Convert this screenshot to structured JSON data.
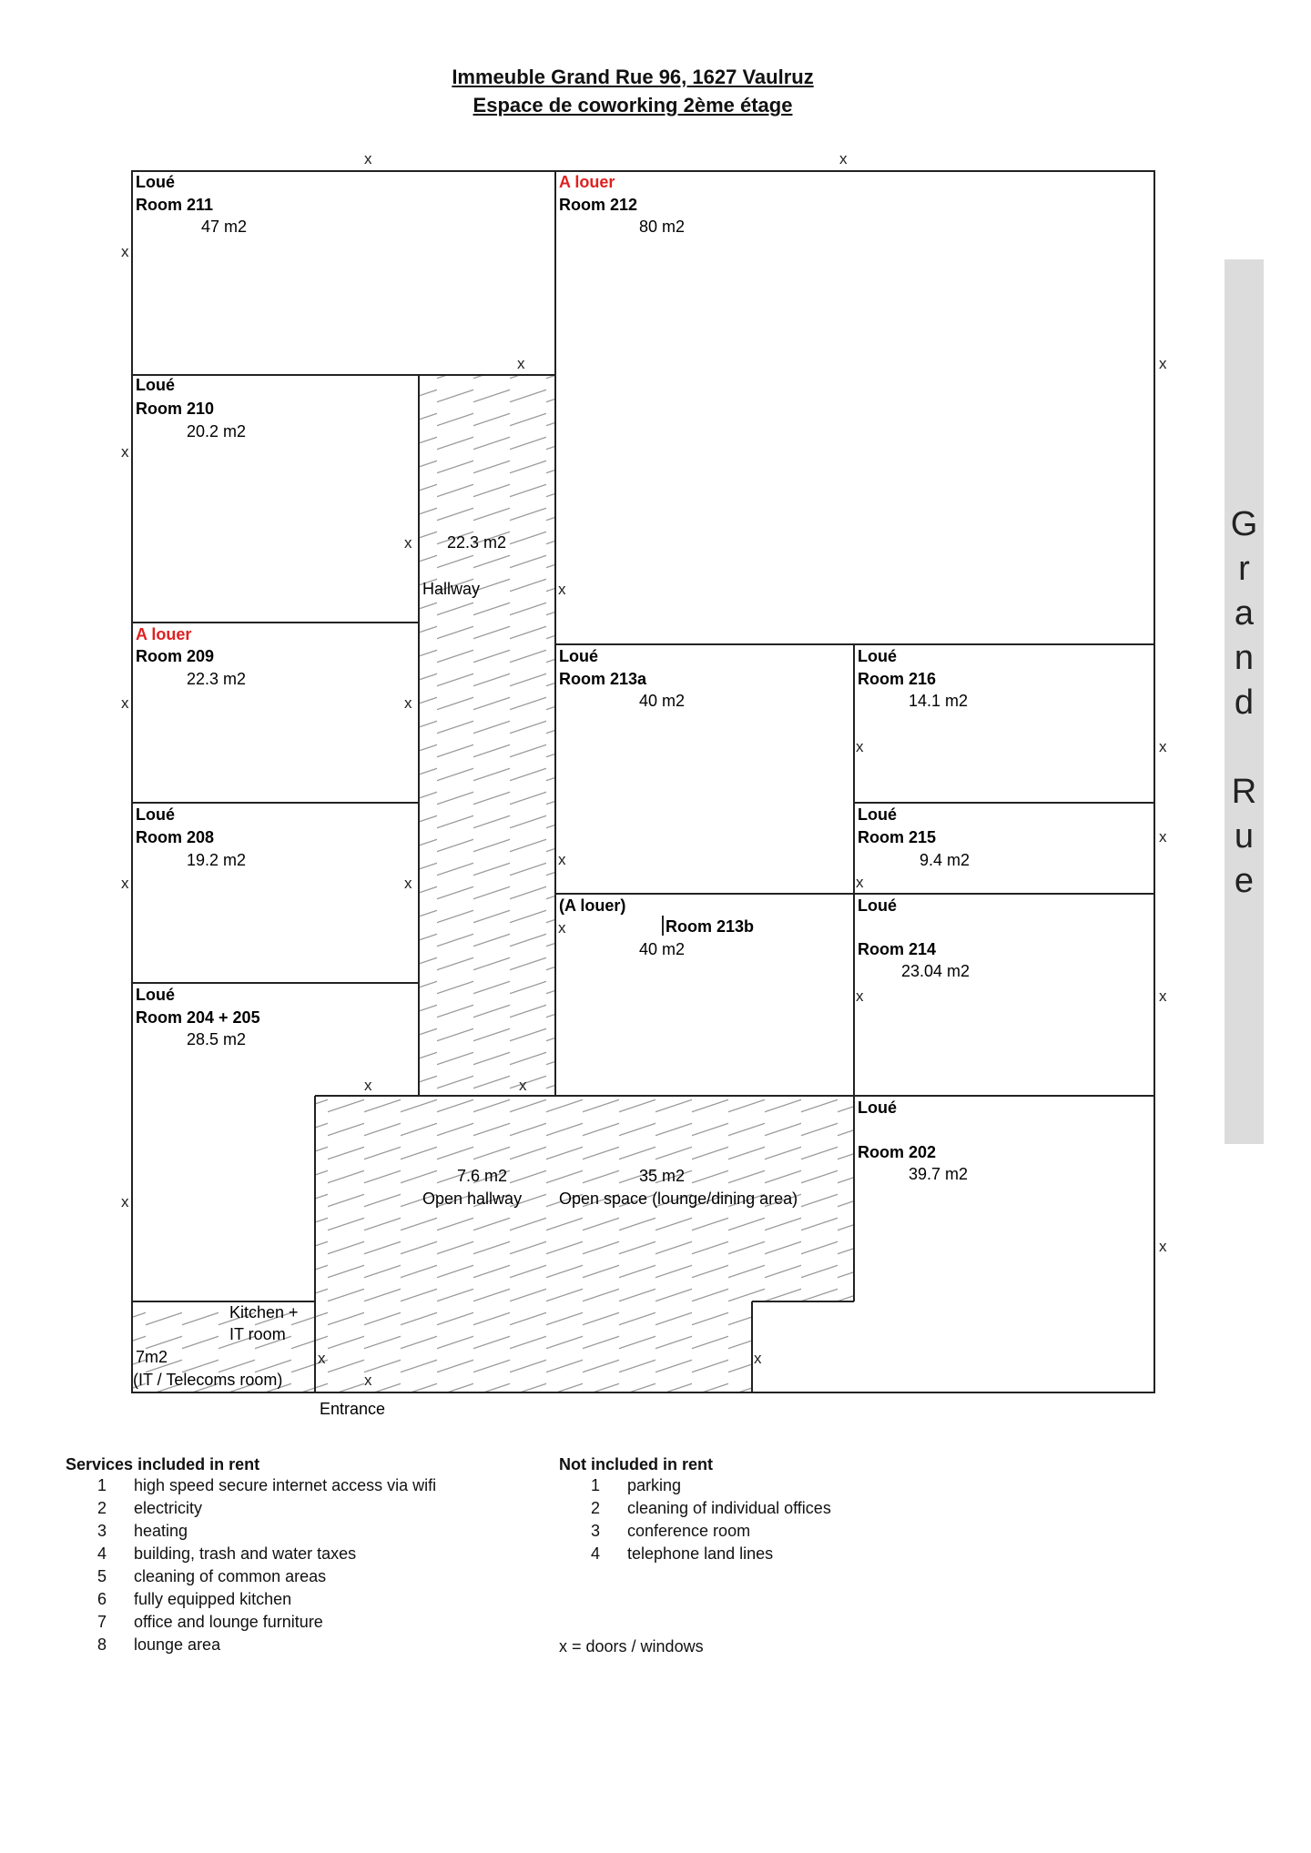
{
  "header": {
    "line1": "Immeuble Grand Rue 96, 1627 Vaulruz",
    "line2": "Espace de coworking 2ème étage"
  },
  "colors": {
    "available": "#e02020",
    "hatch": "#9a9a9a",
    "wall": "#222222",
    "street": "#dcdcdc"
  },
  "door_marker": "x",
  "street_label": "Grand Rue",
  "rooms": [
    {
      "id": "211",
      "status": "Loué",
      "available": false,
      "name": "Room 211",
      "area": "47  m2"
    },
    {
      "id": "212",
      "status": "A louer",
      "available": true,
      "name": "Room 212",
      "area": "80  m2"
    },
    {
      "id": "210",
      "status": "Loué",
      "available": false,
      "name": "Room 210",
      "area": "20.2  m2"
    },
    {
      "id": "209",
      "status": "A louer",
      "available": true,
      "name": "Room 209",
      "area": "22.3  m2"
    },
    {
      "id": "208",
      "status": "Loué",
      "available": false,
      "name": "Room 208",
      "area": "19.2  m2"
    },
    {
      "id": "204",
      "status": "Loué",
      "available": false,
      "name": "Room 204 + 205",
      "area": "28.5  m2"
    },
    {
      "id": "213a",
      "status": "Loué",
      "available": false,
      "name": "Room 213a",
      "area": "40  m2"
    },
    {
      "id": "216",
      "status": "Loué",
      "available": false,
      "name": "Room 216",
      "area": "14.1  m2"
    },
    {
      "id": "215",
      "status": "Loué",
      "available": false,
      "name": "Room 215",
      "area": "9.4  m2"
    },
    {
      "id": "213b",
      "status": "(A louer)",
      "available": false,
      "name": "Room 213b",
      "area": "40  m2"
    },
    {
      "id": "214",
      "status": "Loué",
      "available": false,
      "name": "Room 214",
      "area": "23.04  m2"
    },
    {
      "id": "202",
      "status": "Loué",
      "available": false,
      "name": "Room 202",
      "area": "39.7  m2"
    }
  ],
  "common_areas": {
    "hallway": {
      "area": "22.3  m2",
      "label": "Hallway"
    },
    "open_hallway": {
      "area": "7.6  m2",
      "label": "Open hallway"
    },
    "open_space": {
      "area": "35  m2",
      "label": "Open space (lounge/dining area)"
    },
    "kitchen": {
      "label_line1": "Kitchen +",
      "label_line2": "IT room",
      "area": "7m2",
      "note": "(IT / Telecoms room)"
    },
    "entrance": "Entrance"
  },
  "services": {
    "title": "Services included in rent",
    "items": [
      {
        "n": "1",
        "text": "high speed secure internet access via wifi"
      },
      {
        "n": "2",
        "text": "electricity"
      },
      {
        "n": "3",
        "text": "heating"
      },
      {
        "n": "4",
        "text": "building, trash and water taxes"
      },
      {
        "n": "5",
        "text": "cleaning of common areas"
      },
      {
        "n": "6",
        "text": "fully equipped kitchen"
      },
      {
        "n": "7",
        "text": "office and lounge furniture"
      },
      {
        "n": "8",
        "text": "lounge area"
      }
    ]
  },
  "not_included": {
    "title": "Not included in rent",
    "items": [
      {
        "n": "1",
        "text": "parking"
      },
      {
        "n": "2",
        "text": "cleaning of individual offices"
      },
      {
        "n": "3",
        "text": "conference room"
      },
      {
        "n": "4",
        "text": "telephone land lines"
      }
    ]
  },
  "legend": "x = doors / windows"
}
